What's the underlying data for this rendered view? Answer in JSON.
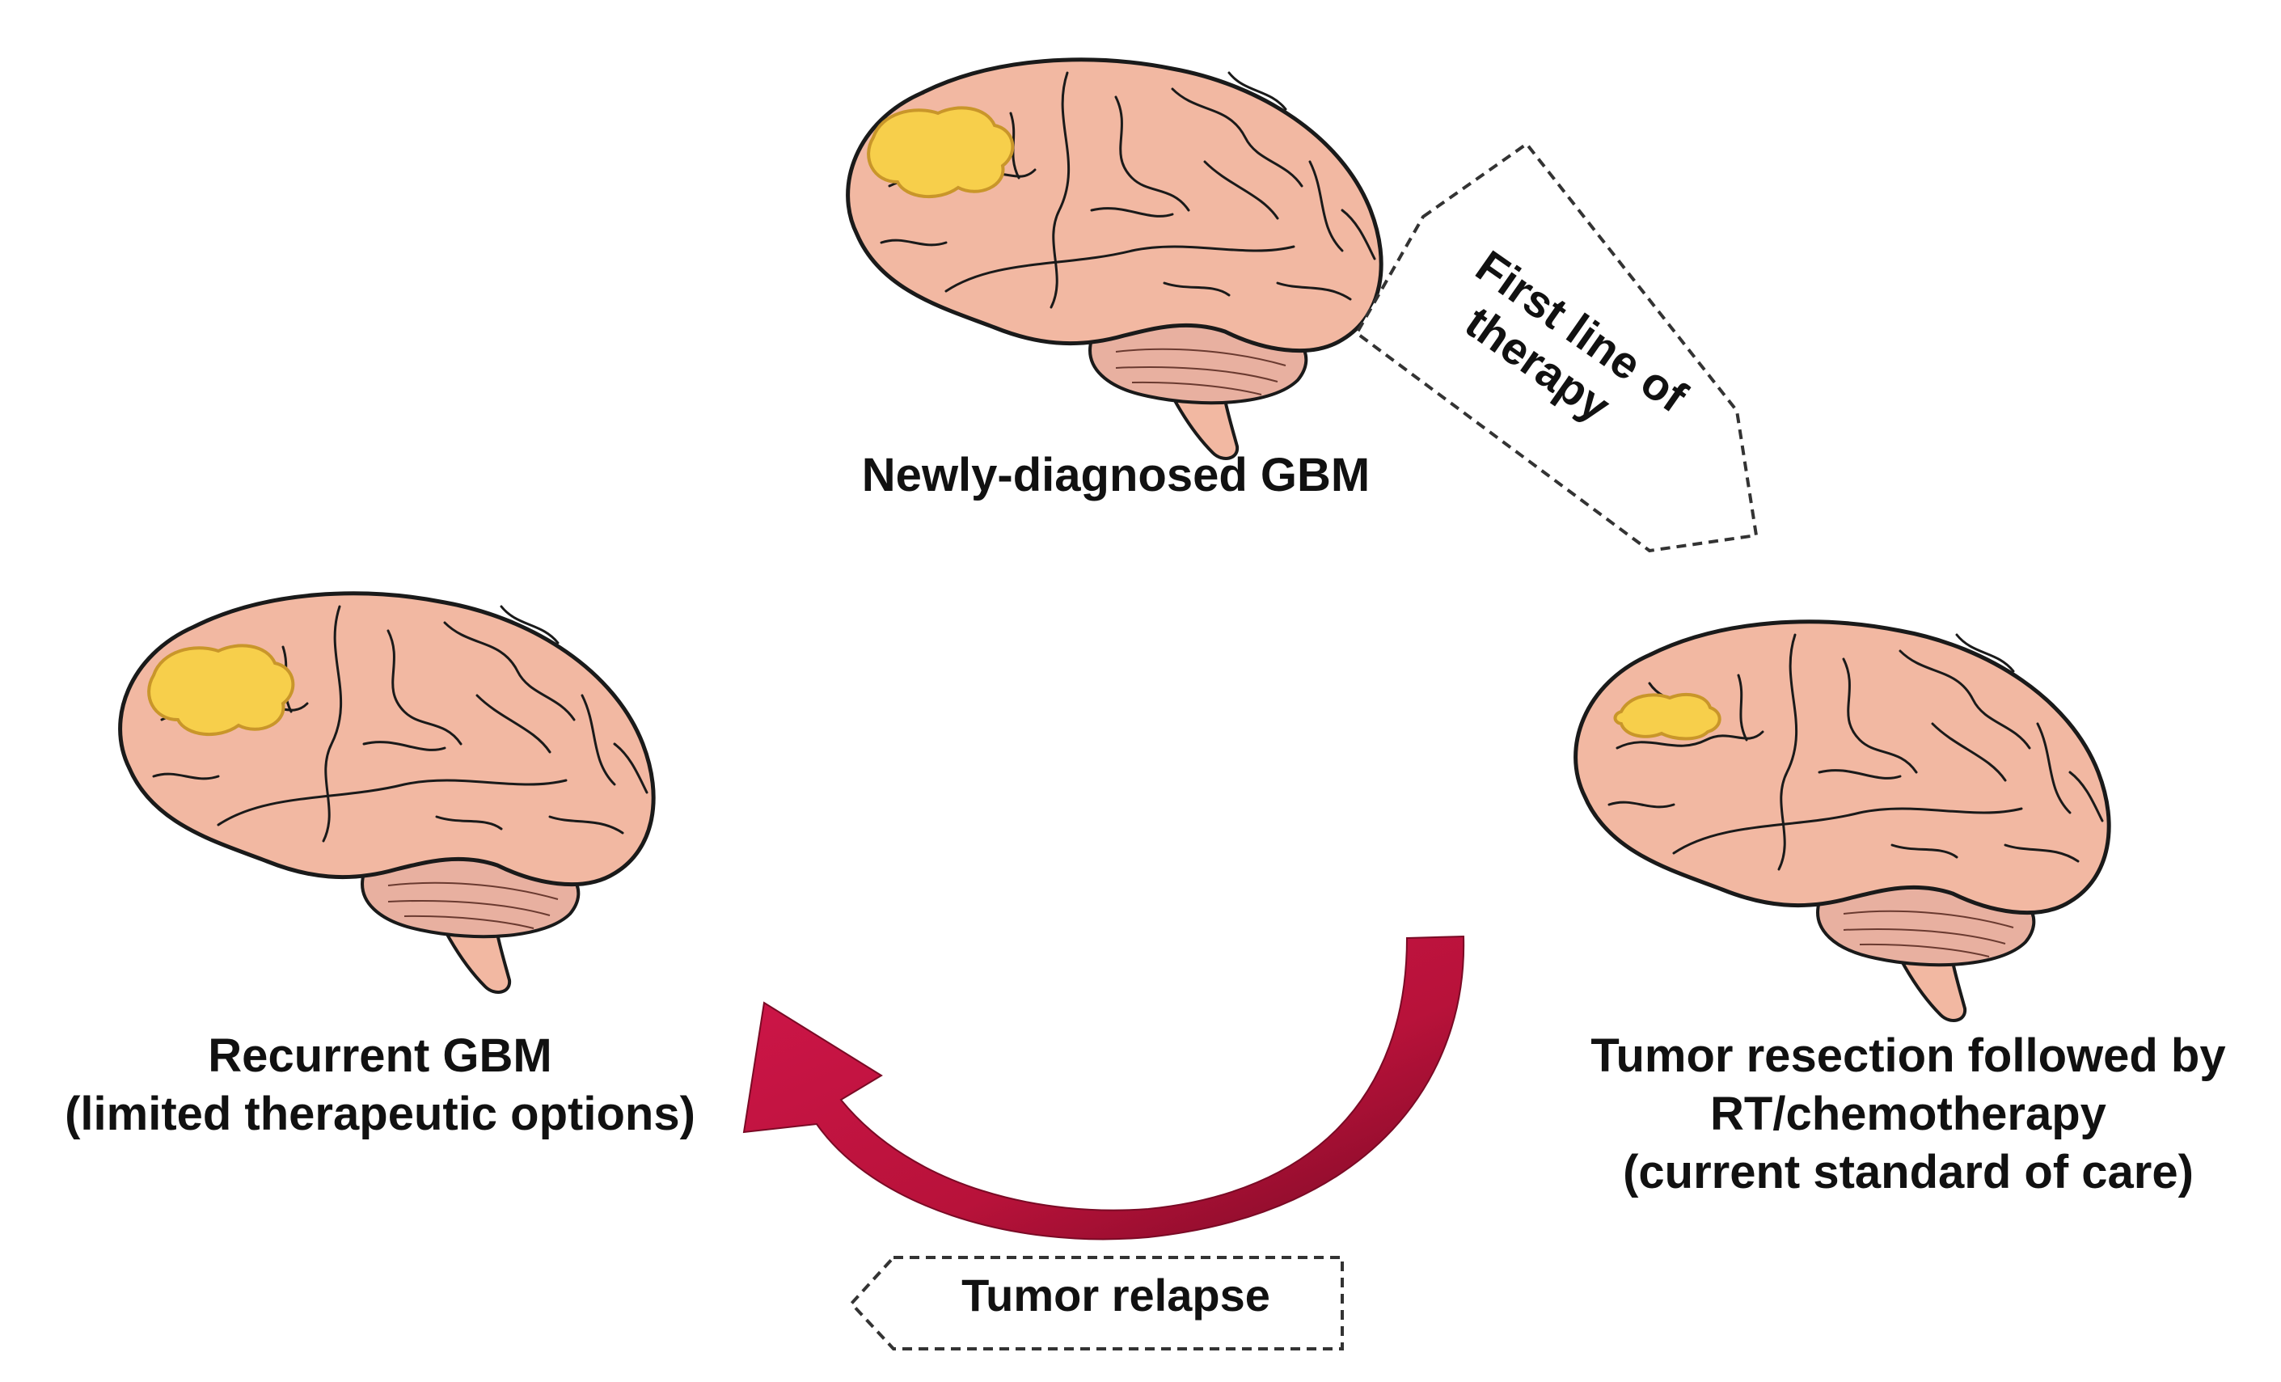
{
  "stages": {
    "newly_diagnosed": {
      "label": "Newly-diagnosed GBM"
    },
    "resection": {
      "line1": "Tumor resection followed by",
      "line2": "RT/chemotherapy",
      "line3": "(current standard of care)"
    },
    "recurrent": {
      "line1": "Recurrent GBM",
      "line2": "(limited therapeutic options)"
    }
  },
  "arrows": {
    "first_line": {
      "line1": "First line of",
      "line2": "therapy"
    },
    "relapse": {
      "label": "Tumor relapse"
    }
  },
  "colors": {
    "brain_fill": "#f2b8a2",
    "brain_outline": "#1a1a1a",
    "cerebellum_fill": "#e8b0a0",
    "tumor_fill": "#f7cf4b",
    "tumor_shadow": "#c9962a",
    "relapse_arrow": "#b8123a",
    "relapse_arrow_dark": "#7a0a25",
    "dashed_border": "#333333"
  }
}
